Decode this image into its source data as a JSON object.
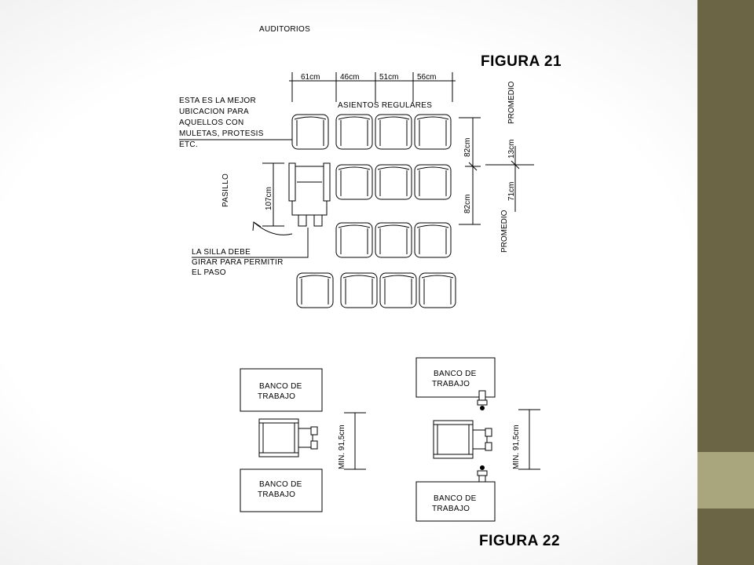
{
  "slide": {
    "colors": {
      "sidebar_dark": "#6b6445",
      "sidebar_light": "#a9a57c",
      "background": "#ffffff"
    }
  },
  "figure21": {
    "header": "AUDITORIOS",
    "title": "FIGURA 21",
    "seat_label": "ASIENTOS REGULARES",
    "width_dims": [
      "61cm",
      "46cm",
      "51cm",
      "56cm"
    ],
    "note_best": [
      "ESTA ES LA MEJOR",
      "UBICACION PARA",
      "AQUELLOS CON",
      "MULETAS, PROTESIS",
      "ETC."
    ],
    "aisle_label": "PASILLO",
    "aisle_dim": "107cm",
    "row_dim_1": "82cm",
    "row_dim_2": "82cm",
    "avg_top_label": "PROMEDIO",
    "avg_top_dim": "13cm",
    "avg_bottom_dim": "71cm",
    "avg_bottom_label": "PROMEDIO",
    "note_turn": [
      "LA SILLA DEBE",
      "GIRAR PARA PERMITIR",
      "EL PASO"
    ]
  },
  "figure22": {
    "title": "FIGURA 22",
    "bench_left_top": [
      "BANCO DE",
      "TRABAJO"
    ],
    "bench_left_bottom": [
      "BANCO DE",
      "TRABAJO"
    ],
    "bench_right_top": [
      "BANCO DE",
      "TRABAJO"
    ],
    "bench_right_bottom": [
      "BANCO DE",
      "TRABAJO"
    ],
    "min_dim_left": "MIN. 91,5cm",
    "min_dim_right": "MIN. 91,5cm"
  }
}
